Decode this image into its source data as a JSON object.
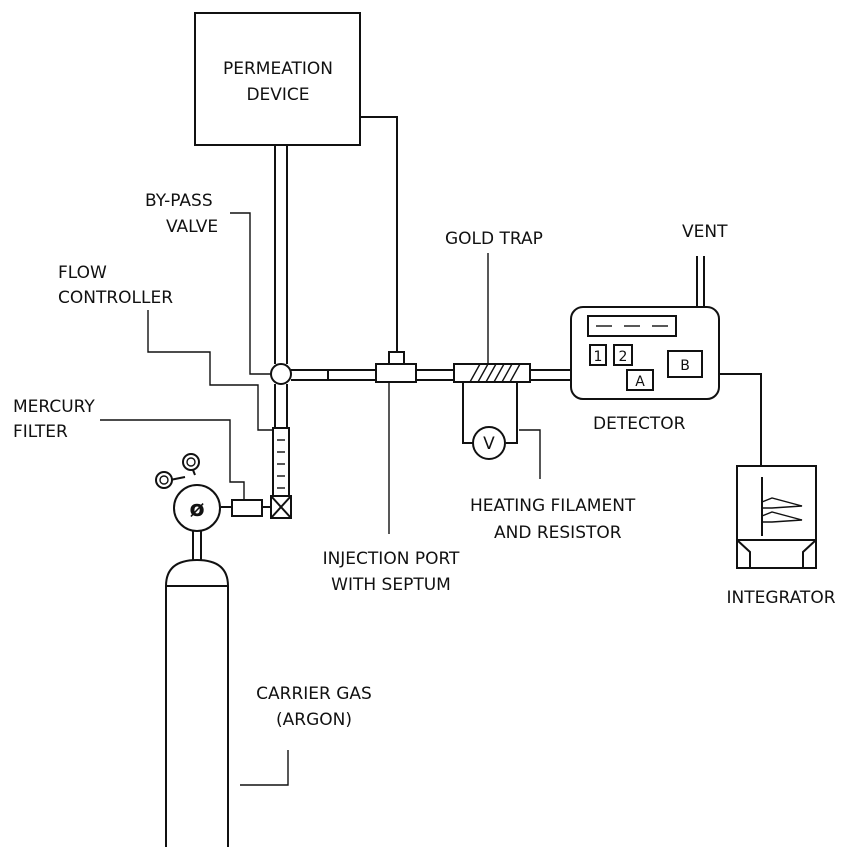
{
  "labels": {
    "permeation_line1": "PERMEATION",
    "permeation_line2": "DEVICE",
    "bypass_line1": "BY-PASS",
    "bypass_line2": "VALVE",
    "flow_line1": "FLOW",
    "flow_line2": "CONTROLLER",
    "mercury_line1": "MERCURY",
    "mercury_line2": "FILTER",
    "gold_trap": "GOLD TRAP",
    "vent": "VENT",
    "detector": "DETECTOR",
    "heating_line1": "HEATING FILAMENT",
    "heating_line2": "AND RESISTOR",
    "injection_line1": "INJECTION PORT",
    "injection_line2": "WITH SEPTUM",
    "integrator": "INTEGRATOR",
    "carrier_line1": "CARRIER GAS",
    "carrier_line2": "(ARGON)"
  },
  "detector_panel": {
    "button_1": "1",
    "button_2": "2",
    "button_a": "A",
    "button_b": "B"
  },
  "voltmeter_symbol": "V",
  "regulator_symbol": "ø"
}
